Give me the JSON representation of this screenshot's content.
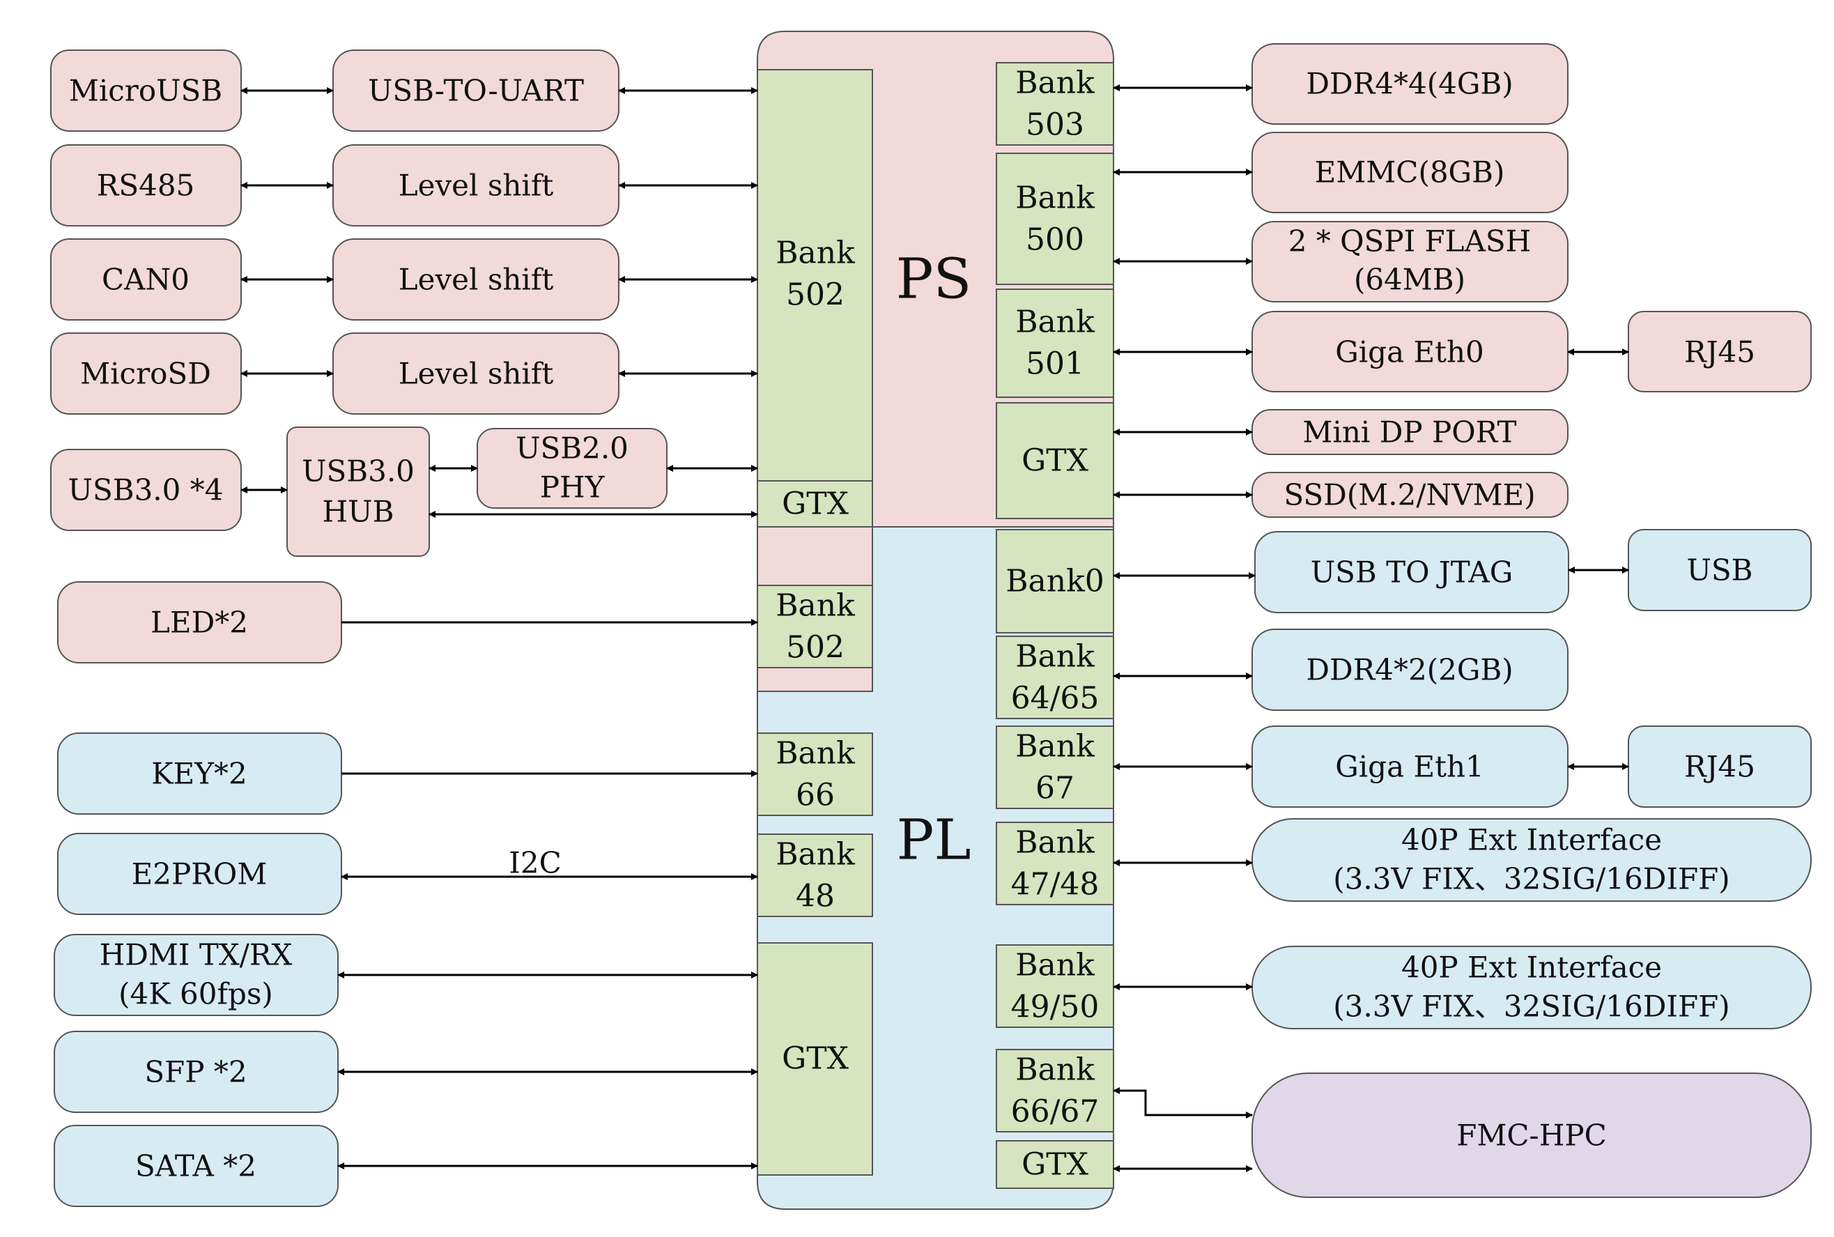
{
  "colors": {
    "ps": "#f2d9da",
    "pl": "#d7ebf3",
    "bank": "#d6e4bf",
    "fmc": "#e0d8e9",
    "stroke": "#555555"
  },
  "chip": {
    "ps_label": "PS",
    "pl_label": "PL"
  },
  "left_peripherals": {
    "microusb": "MicroUSB",
    "usb_to_uart": "USB-TO-UART",
    "rs485": "RS485",
    "level_shift_1": "Level shift",
    "can0": "CAN0",
    "level_shift_2": "Level shift",
    "microsd": "MicroSD",
    "level_shift_3": "Level shift",
    "usb30_x4": "USB3.0 *4",
    "usb30_hub": [
      "USB3.0",
      "HUB"
    ],
    "usb20_phy": [
      "USB2.0",
      "PHY"
    ],
    "led": "LED*2",
    "key": "KEY*2",
    "e2prom": "E2PROM",
    "i2c": "I2C",
    "hdmi": [
      "HDMI TX/RX",
      "(4K 60fps)"
    ],
    "sfp": "SFP *2",
    "sata": "SATA *2"
  },
  "left_banks": {
    "bank502_ps": [
      "Bank",
      "502"
    ],
    "gtx_ps": "GTX",
    "bank502_pl": [
      "Bank",
      "502"
    ],
    "bank66": [
      "Bank",
      "66"
    ],
    "bank48": [
      "Bank",
      "48"
    ],
    "gtx_pl": "GTX"
  },
  "right_banks": {
    "bank503": [
      "Bank",
      "503"
    ],
    "bank500": [
      "Bank",
      "500"
    ],
    "bank501": [
      "Bank",
      "501"
    ],
    "gtx_ps": "GTX",
    "bank0": "Bank0",
    "bank6465": [
      "Bank",
      "64/65"
    ],
    "bank67": [
      "Bank",
      "67"
    ],
    "bank4748": [
      "Bank",
      "47/48"
    ],
    "bank4950": [
      "Bank",
      "49/50"
    ],
    "bank6667": [
      "Bank",
      "66/67"
    ],
    "gtx_pl": "GTX"
  },
  "right_peripherals": {
    "ddr4_ps": "DDR4*4(4GB)",
    "emmc": "EMMC(8GB)",
    "qspi": [
      "2 * QSPI FLASH",
      "(64MB)"
    ],
    "giga_eth0": "Giga Eth0",
    "rj45_0": "RJ45",
    "mini_dp": "Mini DP PORT",
    "ssd": "SSD(M.2/NVME)",
    "usb_to_jtag": "USB TO JTAG",
    "usb": "USB",
    "ddr4_pl": "DDR4*2(2GB)",
    "giga_eth1": "Giga Eth1",
    "rj45_1": "RJ45",
    "ext40p_1": [
      "40P Ext Interface",
      "(3.3V FIX、32SIG/16DIFF)"
    ],
    "ext40p_2": [
      "40P Ext Interface",
      "(3.3V FIX、32SIG/16DIFF)"
    ],
    "fmc_hpc": "FMC-HPC"
  }
}
